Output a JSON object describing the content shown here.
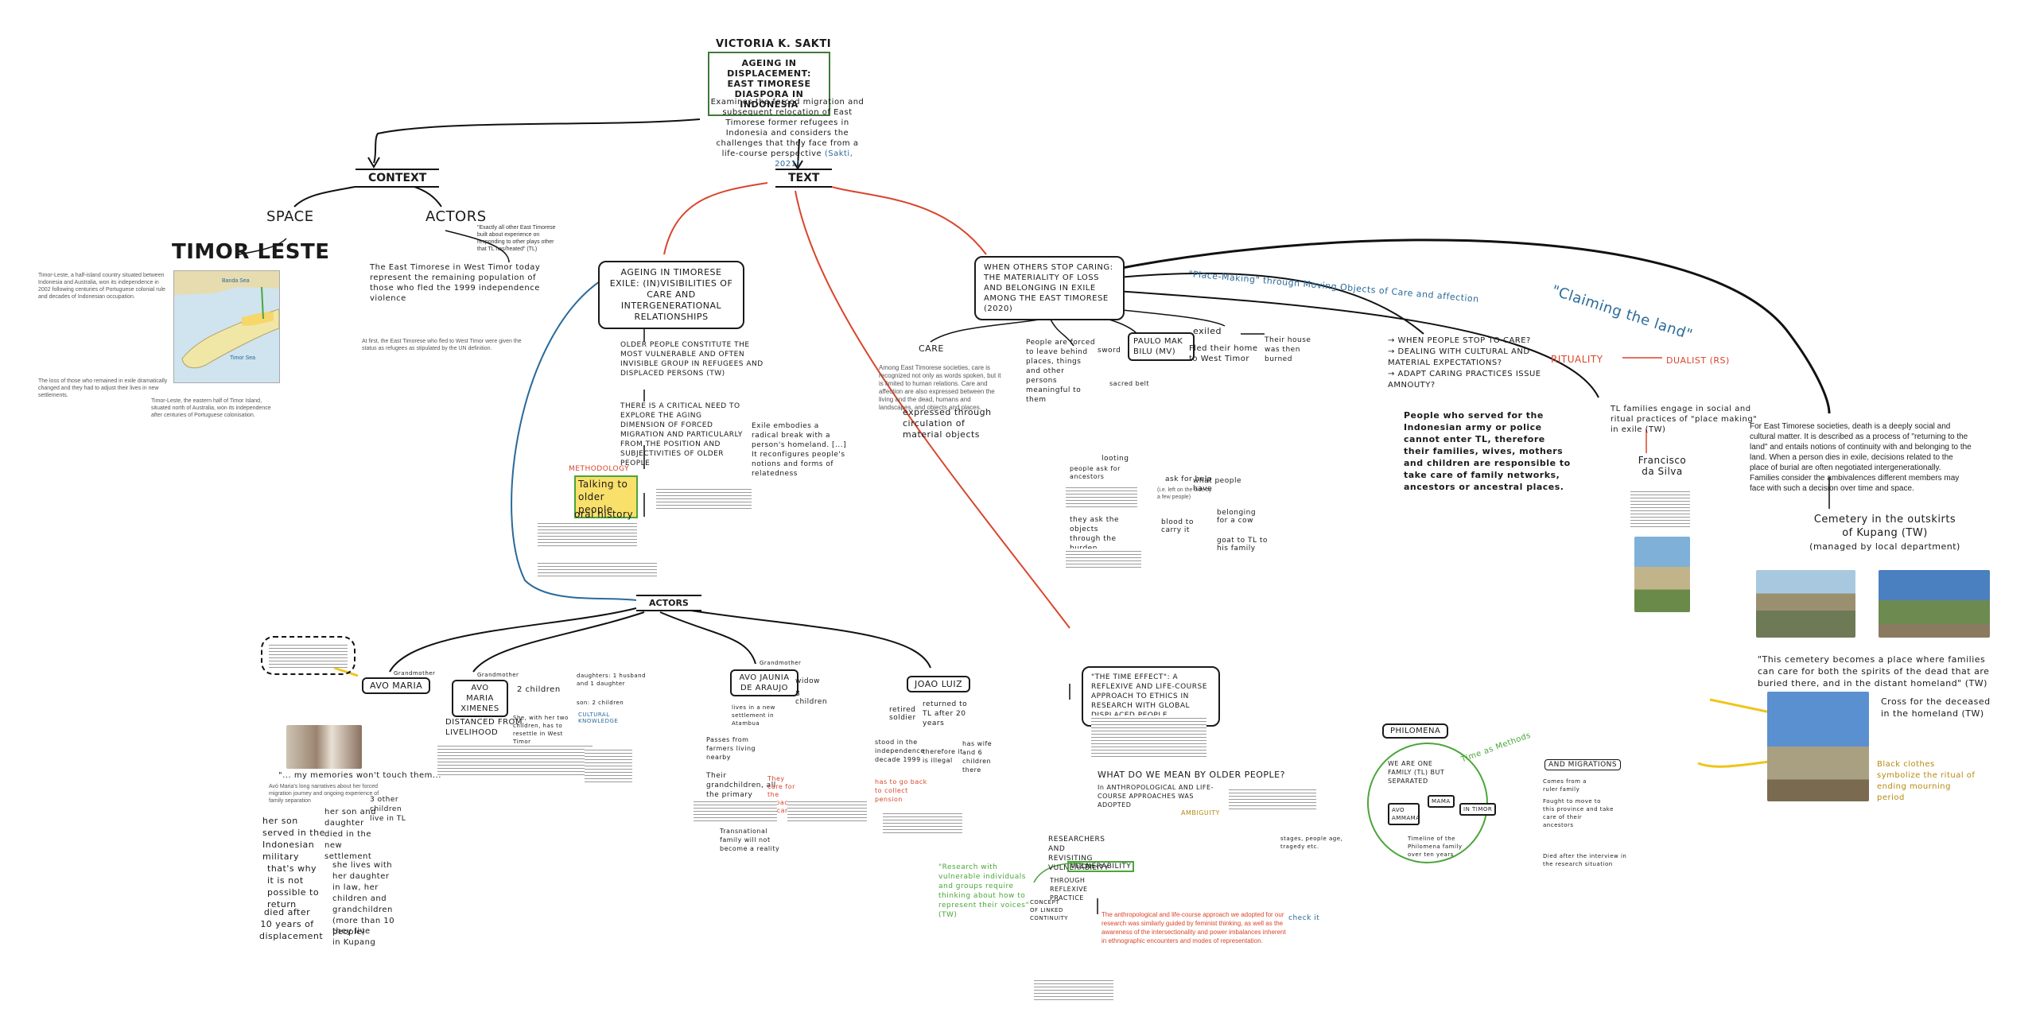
{
  "header": {
    "author": "VICTORIA K. SAKTI",
    "title": "AGEING IN DISPLACEMENT: EAST TIMORESE DIASPORA IN INDONESIA",
    "description": "Examines the forced migration and subsequent relocation of East Timorese former refugees in Indonesia and considers the challenges that they face from a life-course perspective",
    "description_cite": "(Sakti, 2021)"
  },
  "banners": {
    "context": "CONTEXT",
    "text": "TEXT",
    "actors": "ACTORS"
  },
  "context": {
    "space_label": "SPACE",
    "actors_label": "ACTORS",
    "actors_quote": "\"Exactly all other East Timorese built about experience on responding to other plays other that TL has/heated\" (TL)",
    "country": "TIMOR LESTE",
    "map_labels": [
      "Banda Sea",
      "Timor Sea"
    ],
    "history_para": "Timor-Leste, a half-island country situated between Indonesia and Australia, won its independence in 2002 following centuries of Portuguese colonial rule and decades of Indonesian occupation.",
    "history_para2": "The loss of those who remained in exile dramatically changed and they had to adjust their lives in new settlements.",
    "west_timor_para": "Timor-Leste, the eastern half of Timor Island, situated north of Australia, won its independence after centuries of Portuguese colonisation.",
    "remaining_note": "The East Timorese in West Timor today represent the remaining population of those who fled the 1999 independence violence",
    "remaining_year": "1999",
    "west_timor_small": "At first, the East Timorese who fled to West Timor were given the status as refugees as stipulated by the UN definition."
  },
  "text_section": {
    "box1_title": "AGEING IN TIMORESE EXILE: (IN)VISIBILITIES OF CARE AND INTERGENERATIONAL RELATIONSHIPS",
    "older_people": "OLDER PEOPLE CONSTITUTE THE MOST VULNERABLE AND OFTEN INVISIBLE GROUP IN REFUGEES AND DISPLACED PERSONS",
    "older_people_cite": "(TW)",
    "critical_need": "THERE IS A CRITICAL NEED TO EXPLORE THE AGING DIMENSION OF FORCED MIGRATION AND PARTICULARLY FROM THE POSITION AND SUBJECTIVITIES OF OLDER PEOPLE",
    "exile_note": "Exile embodies a radical break with a person's homeland. [...] It reconfigures people's notions and forms of relatedness",
    "methodology": "METHODOLOGY",
    "talking": "Talking to older people",
    "oral_history": "oral history",
    "box2_title": "WHEN OTHERS STOP CARING: THE MATERIALITY OF LOSS AND BELONGING IN EXILE AMONG THE EAST TIMORESE",
    "box2_cite": "(2020)",
    "care": "CARE",
    "care_para": "Among East Timorese societies, care is recognized not only as words spoken, but it is limited to human relations. Care and affection are also expressed between the living and the dead, humans and landscapes, and objects and places.",
    "expressed": "expressed through circulation of material objects",
    "people_forced": "People are forced to leave behind places, things and other persons meaningful to them",
    "sword": "sword",
    "paulo_box": "PAULO MAK BILU",
    "paulo_box2": "(MV)",
    "exiled": "exiled",
    "fled": "Fled their home to West Timor",
    "their_house": "Their house was then burned",
    "sacred": "sacred belt",
    "looting": "looting",
    "ancestors": "people ask for ancestors",
    "they_ask": "they ask the objects through the burden",
    "ask_for_help": "ask for help",
    "put_off": "(i.e. left on the side by a few people)",
    "blood_carry": "blood to carry it",
    "what_people": "what people have",
    "belonging": "belonging for a cow",
    "goat": "goat to TL to his family",
    "place_making": "\"Place-Making\" through Moving Objects of Care and affection",
    "claiming": "\"Claiming the land\"",
    "when_people": "→ WHEN PEOPLE STOP TO CARE?",
    "dealing": "→ DEALING WITH CULTURAL AND MATERIAL EXPECTATIONS?",
    "adapt": "→ ADAPT CARING PRACTICES ISSUE AMNOUTY?",
    "people_served": "People who served for the Indonesian army or police cannot enter TL, therefore their families, wives, mothers and children are responsible to take care of family networks, ancestors or ancestral places.",
    "rituality": "RITUALITY",
    "dualist": "DUALIST (RS)",
    "tl_families": "TL families engage in social and ritual practices of \"place making\" in exile",
    "tl_cite": "(TW)",
    "francisco": "Francisco da Silva",
    "death_para": "For East Timorese societies, death is a deeply social and cultural matter. It is described as a process of \"returning to the land\" and entails notions of continuity with and belonging to the land. When a person dies in exile, decisions related to the place of burial are often negotiated intergenerationally. Families consider the ambivalences different members may face with such a decision over time and space.",
    "cemetery": "Cemetery in the outskirts of Kupang",
    "cemetery_cite": "(TW)",
    "cemetery_sub": "(managed by local department)",
    "cemetery_place": "\"This cemetery becomes a place where families can care for both the spirits of the dead that are buried there, and in the distant homeland\"",
    "cemetery_place_cite": "(TW)",
    "cross": "Cross for the deceased in the homeland",
    "cross_cite": "(TW)",
    "black_clothes": "Black clothes symbolize the ritual of ending mourning period"
  },
  "actors_section": {
    "avo_maria": "AVO MARIA",
    "avo_maria_label": "Grandmother",
    "memories": "\"... my memories won't touch them...\"",
    "avo_maria_sub": "Avó Maria's long narratives about her forced migration journey and ongoing experience of family separation",
    "her_son": "her son served in the Indonesian military",
    "thats_why": "that's why it is not possible to return",
    "died": "died after 10 years of displacement",
    "her_son2": "her son and daughter died in the new settlement",
    "lives_with": "she lives with her daughter in law, her children and grandchildren (more than 10 people)",
    "other_children": "3 other children live in TL",
    "they_live": "they live in Kupang",
    "avo_maria_x": "AVO MARIA XIMENES",
    "grandmother2": "Grandmother",
    "two_children": "2 children",
    "daughters": "daughters: 1 husband and 1 daughter",
    "son": "son: 2 children",
    "cultural_knowledge": "CULTURAL KNOWLEDGE",
    "distanced": "DISTANCED FROM LIVELIHOOD",
    "separated": "She, with her two children, has to resettle in West Timor",
    "avo_jaunia": "AVO JAUNIA DE ARAUJO",
    "grandmother3": "Grandmother",
    "widow": "widow",
    "eight_children": "8 children",
    "lives_settlement": "lives in a new settlement in Atambua",
    "passes": "Passes from farmers living nearby",
    "they_children": "Their grandchildren, all the primary breadwinners",
    "transnational": "Transnational family will not become a reality",
    "they_care": "They care for the capacity of caring",
    "joao_luiz": "JOAO LUIZ",
    "retired": "retired soldier",
    "returned": "returned to TL after 20 years",
    "stood_in": "stood in the independence decade 1999",
    "therefore": "therefore it is illegal",
    "has_wife": "has wife and 6 children there",
    "has_to_go": "has to go back to collect pension",
    "time_effect": "\"THE TIME EFFECT\": A REFLEXIVE AND LIFE-COURSE APPROACH TO ETHICS IN RESEARCH WITH GLOBAL DISPLACED PEOPLE",
    "what_do": "WHAT DO WE MEAN BY OLDER PEOPLE?",
    "anthro": "In ANTHROPOLOGICAL AND LIFE-COURSE APPROACHES WAS ADOPTED",
    "ambiguity": "AMBIGUITY",
    "researchers": "RESEARCHERS AND REVISITING VULNERABILITY",
    "vulnerability": "VULNERABILITY",
    "ethical": "THROUGH REFLEXIVE PRACTICE",
    "research_with": "\"Research with vulnerable individuals and groups require thinking about how to represent their voices\"",
    "research_cite": "(TW)",
    "concept": "CONCEPT OF LINKED CONTINUITY",
    "quote_bottom": "The anthropological and life-course approach we adopted for our research was similarly guided by feminist thinking, as well as the awareness of the intersectionality and power imbalances inherent in ethnographic encounters and modes of representation.",
    "check": "check it",
    "philomena": "PHILOMENA",
    "we_are": "WE ARE ONE FAMILY (TL) BUT SEPARATED",
    "avo_ammama": "AVO AMMAMA",
    "mama": "MAMA",
    "in_timor": "IN TIMOR",
    "and_migrations": "AND MIGRATIONS",
    "timeline": "Timeline of the Philomena family over ten years",
    "stages": "stages, people age, tragedy etc.",
    "time_matters": "Time as Methods",
    "comes_from": "Comes from a ruler family",
    "fought": "Fought to move to this province and take care of their ancestors",
    "died_after": "Died after the interview in the research situation"
  }
}
